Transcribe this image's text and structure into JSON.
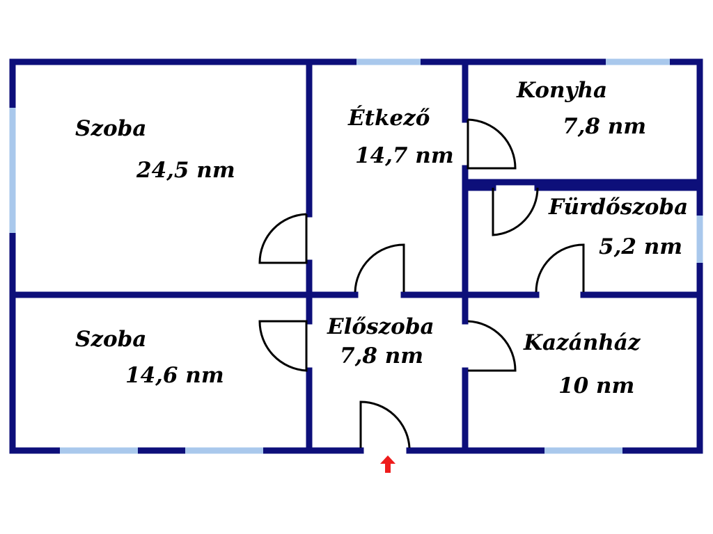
{
  "floor_plan": {
    "rooms": [
      {
        "id": "szoba-nagy",
        "name": "Szoba",
        "area": "24,5 nm"
      },
      {
        "id": "etkezo",
        "name": "Étkező",
        "area": "14,7 nm"
      },
      {
        "id": "konyha",
        "name": "Konyha",
        "area": "7,8 nm"
      },
      {
        "id": "furdoszoba",
        "name": "Fürdőszoba",
        "area": "5,2 nm"
      },
      {
        "id": "szoba-kicsi",
        "name": "Szoba",
        "area": "14,6 nm"
      },
      {
        "id": "eloszoba",
        "name": "Előszoba",
        "area": "7,8 nm"
      },
      {
        "id": "kazanhaz",
        "name": "Kazánház",
        "area": "10 nm"
      }
    ],
    "colors": {
      "wall": "#0d0f7a",
      "window": "#a9c8ec",
      "door": "#000000",
      "entrance_arrow": "#ee1c1c"
    },
    "entrance_icon": "arrow-up-icon"
  }
}
